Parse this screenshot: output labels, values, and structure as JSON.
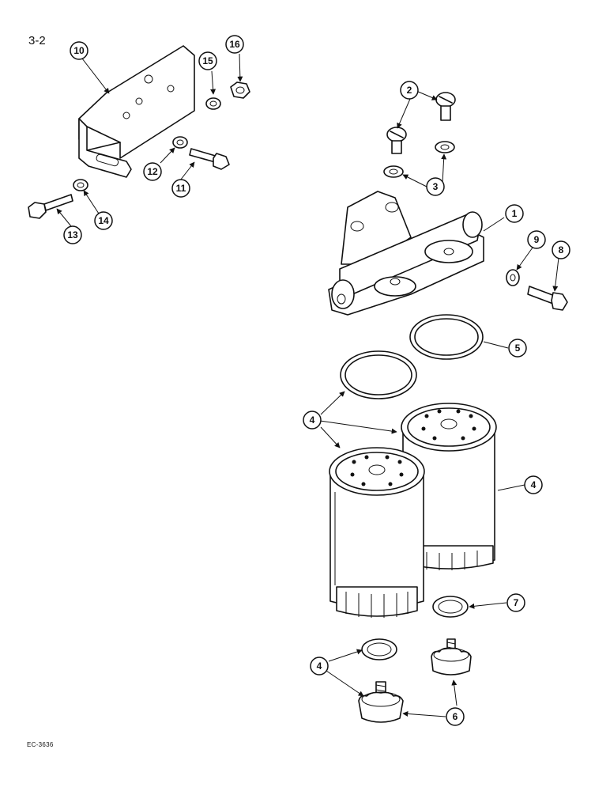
{
  "page_number": "3-2",
  "figure_code": "EC-3636",
  "callouts": {
    "c1": "1",
    "c2": "2",
    "c3": "3",
    "c4a": "4",
    "c4b": "4",
    "c4c": "4",
    "c5": "5",
    "c6": "6",
    "c7": "7",
    "c8": "8",
    "c9": "9",
    "c10": "10",
    "c11": "11",
    "c12": "12",
    "c13": "13",
    "c14": "14",
    "c15": "15",
    "c16": "16"
  }
}
